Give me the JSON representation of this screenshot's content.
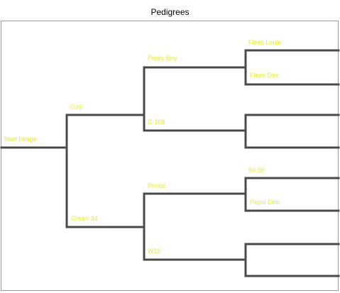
{
  "title": "Pedigrees",
  "colors": {
    "line": "#4a4a4a",
    "label": "#e8e83c",
    "frame": "#9a9a9a"
  },
  "pedigree": {
    "subject": "New Image",
    "sire": "G39",
    "dam": "Green 34",
    "sire_sire": "Pretty Boy",
    "sire_dam": "G 168",
    "dam_sire": "Prince",
    "dam_dam": "W15",
    "sire_sire_sire": "Flees Louie",
    "sire_sire_dam": "Flees Dee",
    "sire_dam_sire": "",
    "sire_dam_dam": "",
    "dam_sire_sire": "50-50",
    "dam_sire_dam": "Pepsi Dee",
    "dam_dam_sire": "",
    "dam_dam_dam": ""
  }
}
